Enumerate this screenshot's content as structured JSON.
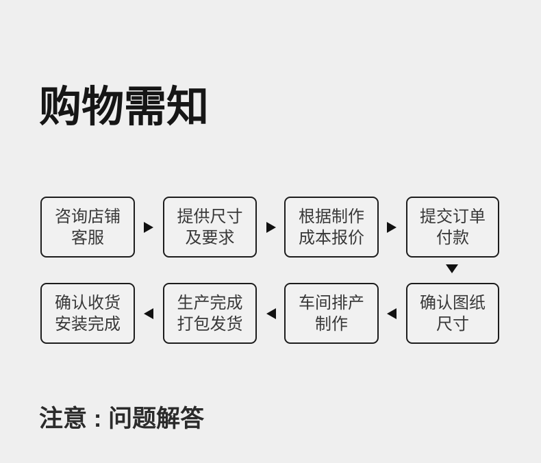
{
  "page": {
    "background_color": "#efefef",
    "title": "购物需知",
    "note": "注意 : 问题解答"
  },
  "flow": {
    "box_border_color": "#1c1c1c",
    "box_text_color": "#383838",
    "arrow_color": "#111111",
    "rows": [
      {
        "direction": "left-to-right",
        "steps": [
          {
            "line1": "咨询店铺",
            "line2": "客服"
          },
          {
            "line1": "提供尺寸",
            "line2": "及要求"
          },
          {
            "line1": "根据制作",
            "line2": "成本报价"
          },
          {
            "line1": "提交订单",
            "line2": "付款"
          }
        ]
      },
      {
        "direction": "right-to-left",
        "steps": [
          {
            "line1": "确认收货",
            "line2": "安装完成"
          },
          {
            "line1": "生产完成",
            "line2": "打包发货"
          },
          {
            "line1": "车间排产",
            "line2": "制作"
          },
          {
            "line1": "确认图纸",
            "line2": "尺寸"
          }
        ]
      }
    ]
  }
}
